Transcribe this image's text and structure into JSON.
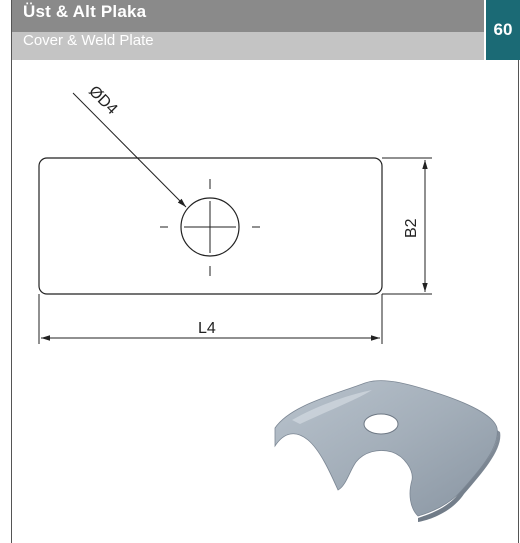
{
  "header": {
    "title_tr": "Üst & Alt Plaka",
    "title_en": "Cover & Weld Plate",
    "page_number": "60",
    "accent_color": "#1b6a75"
  },
  "drawing": {
    "diameter_label": "ØD4",
    "width_label": "B2",
    "length_label": "L4"
  },
  "product_image": {
    "icon": "weld-plate-3d-render"
  }
}
